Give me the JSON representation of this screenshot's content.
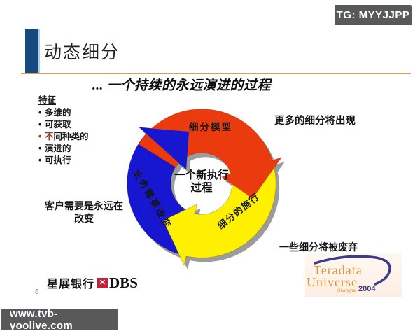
{
  "colors": {
    "accent_navy": "#164a7e",
    "rule_tan": "#c9a26c",
    "badge_bg": "#58595b",
    "arrow_red": "#ea3a0e",
    "arrow_yellow": "#ffef00",
    "arrow_blue": "#1717d1",
    "shadow_gray": "#9c9c9c",
    "highlight_red": "#9e352a",
    "dbs_red": "#c5203a",
    "teradata_orange": "#e09638",
    "teradata_blue": "#35357e",
    "footer_bar_bg": "#58595b"
  },
  "badge": {
    "label": "TG: MYYJJPP"
  },
  "header": {
    "title": "动态细分"
  },
  "subtitle": "... 一个持续的永远演进的过程",
  "features": {
    "heading": "特征",
    "bullet": "•",
    "items": [
      {
        "red": "",
        "text": "多维的"
      },
      {
        "red": "",
        "text": "可获取"
      },
      {
        "red": "不",
        "text": "同种类的"
      },
      {
        "red": "",
        "text": "演进的"
      },
      {
        "red": "",
        "text": "可执行"
      }
    ]
  },
  "diagram": {
    "center_line1": "一个新执行",
    "center_line2": "过程",
    "arrows": [
      {
        "id": "segmentation-model",
        "label": "细分模型",
        "color": "#ea3a0e"
      },
      {
        "id": "segmentation-execution",
        "label": "细分的施行",
        "color": "#ffef00"
      },
      {
        "id": "business-needs-change",
        "label": "业务需要改变",
        "color": "#1717d1"
      }
    ]
  },
  "annotations": {
    "top_right": "更多的细分将出现",
    "bottom_right": "一些细分将被废弃",
    "left_line1": "客户需要是永远在",
    "left_line2": "改变"
  },
  "footer": {
    "dbs_cn": "星展银行",
    "dbs_mark_glyph": "✕",
    "dbs_en": "DBS",
    "page_number": "6",
    "url": "www.tvb-yoolive.com"
  },
  "teradata": {
    "line1": "Teradata",
    "line2": "Universe",
    "city": "Shanghai",
    "year": "2004"
  }
}
